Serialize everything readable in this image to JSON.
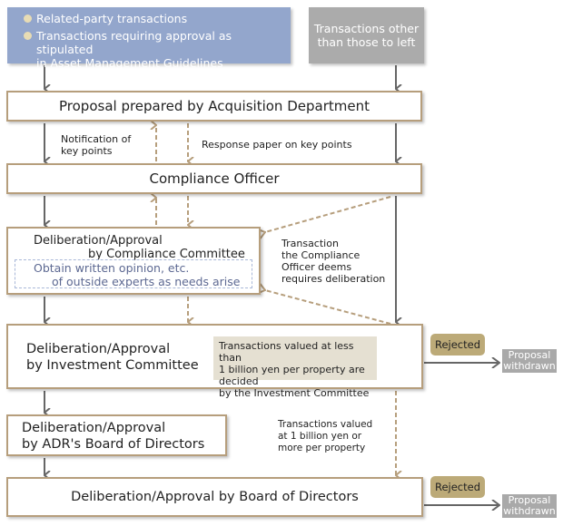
{
  "sources": {
    "left_items": [
      "Related-party transactions",
      "Transactions requiring approval as stipulated in Asset Management Guidelines"
    ],
    "left_item_2_line1": "Transactions requiring approval as stipulated",
    "left_item_2_line2": "in Asset Management Guidelines",
    "right_line1": "Transactions other",
    "right_line2": "than those to left"
  },
  "steps": {
    "proposal": "Proposal prepared by Acquisition Department",
    "officer": "Compliance Officer",
    "committee_line1": "Deliberation/Approval",
    "committee_line2": "by Compliance Committee",
    "experts_line1": "Obtain written opinion, etc.",
    "experts_line2": "of outside experts as needs arise",
    "invest_line1": "Deliberation/Approval",
    "invest_line2": "by Investment Committee",
    "invest_note_line1": "Transactions valued at less than",
    "invest_note_line2": "1 billion yen per property are decided",
    "invest_note_line3": "by the Investment Committee",
    "adr_line1": "Deliberation/Approval",
    "adr_line2": "by ADR's Board of Directors",
    "board": "Deliberation/Approval by Board of Directors"
  },
  "labels": {
    "notification_line1": "Notification of",
    "notification_line2": "key points",
    "response": "Response paper on key points",
    "deems_line1": "Transaction",
    "deems_line2": "the Compliance",
    "deems_line3": "Officer deems",
    "deems_line4": "requires deliberation",
    "billion_line1": "Transactions valued",
    "billion_line2": "at 1 billion yen or",
    "billion_line3": "more per property"
  },
  "outcomes": {
    "rejected": "Rejected",
    "withdrawn_line1": "Proposal",
    "withdrawn_line2": "withdrawn"
  },
  "colors": {
    "box_border": "#b69e7c",
    "source_left_bg": "#93a6cc",
    "source_right_bg": "#ababab",
    "solid_arrow": "#666666",
    "dashed_arrow": "#b69e7c",
    "rejected_bg": "#bcaa78",
    "note_bg": "#e5e0d2"
  }
}
